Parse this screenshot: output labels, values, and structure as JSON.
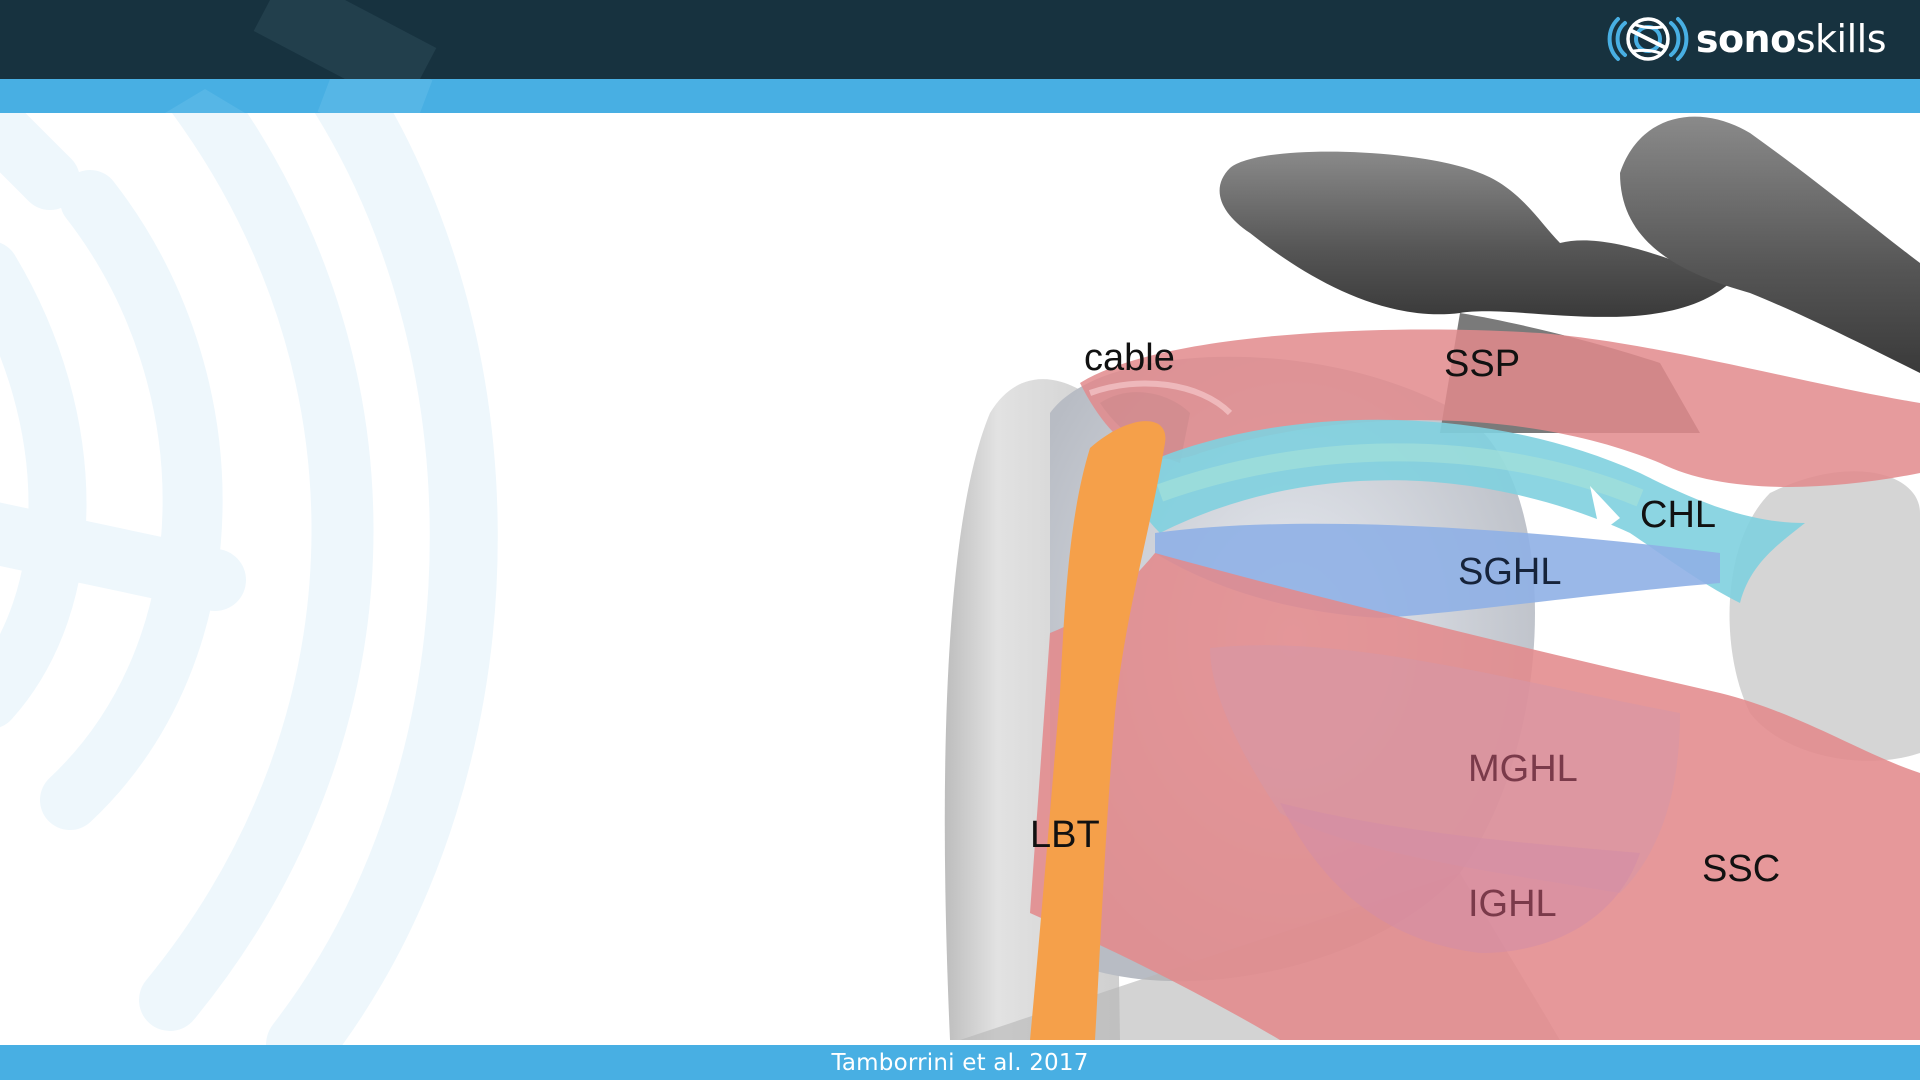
{
  "header": {
    "logo": {
      "icon": "sonoskills-logo-icon",
      "text_bold": "sono",
      "text_light": "skills"
    }
  },
  "slide": {
    "figure": {
      "description": "Shoulder anatomy illustration with labeled capsuloligamentous structures",
      "labels": {
        "cable": "cable",
        "ssp": "SSP",
        "chl": "CHL",
        "sghl": "SGHL",
        "mghl": "MGHL",
        "lbt": "LBT",
        "ssc": "SSC",
        "ighl": "IGHL"
      }
    }
  },
  "footer": {
    "citation": "Tamborrini et al. 2017"
  },
  "colors": {
    "header_bg": "#17323f",
    "accent_blue": "#48afe3",
    "watermark": "#eef7fc",
    "muscle_red": "#e28a8c",
    "chl_cyan": "#7fd0df",
    "sghl_blue": "#8fb0e6",
    "lbt_orange": "#f5a04a",
    "bone_grey": "#c9c9c9"
  }
}
